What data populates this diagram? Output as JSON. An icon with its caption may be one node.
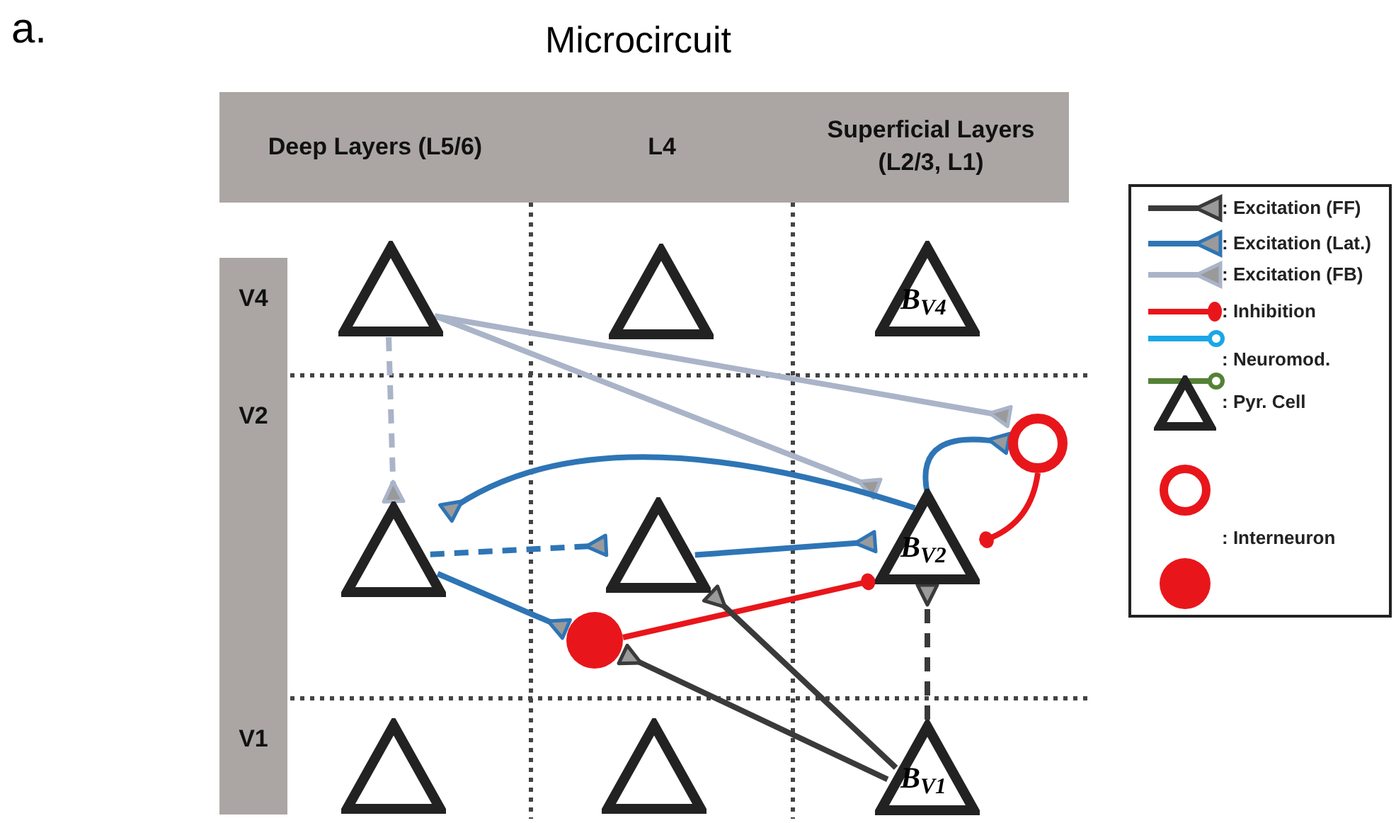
{
  "diagram": {
    "title": "Microcircuit",
    "nodes": [
      {
        "text": [
          "Deep Layers (L5/6)"
        ]
      },
      {
        "text": [
          "L4"
        ]
      },
      {
        "text": [
          "Superficial Layers (L2/3, L1)"
        ]
      },
      {
        "text": [
          "V4"
        ]
      },
      {
        "text": [
          "V2"
        ]
      },
      {
        "text": [
          "V1"
        ]
      },
      {
        "text": [],
        "shape": "triangle"
      },
      {
        "text": [],
        "shape": "triangle"
      },
      {
        "text": [
          "B$_{V4}$"
        ]
      },
      {
        "text": [],
        "shape": "triangle"
      },
      {
        "text": [],
        "shape": "triangle"
      },
      {
        "text": [
          "B$_{V2}$"
        ]
      },
      {
        "text": [],
        "shape": "triangle"
      },
      {
        "text": [],
        "shape": "triangle"
      },
      {
        "text": [
          "B$_{V1}$"
        ]
      },
      {
        "text": [],
        "shape": "circle"
      },
      {
        "text": [],
        "shape": "circle"
      }
    ],
    "edges": [
      {
        "from": 6,
        "to": 15,
        "arrow": "other",
        "color": "#aab4c8"
      },
      {
        "from": 6,
        "to": 11,
        "arrow": "other",
        "color": "#aab4c8"
      },
      {
        "from": 6,
        "to": 9,
        "arrow": "other",
        "style": "dashed",
        "color": "#aab4c8"
      },
      {
        "from": 11,
        "to": 9,
        "arrow": "other"
      },
      {
        "from": 9,
        "to": 10,
        "arrow": "other",
        "style": "dashed"
      },
      {
        "from": 10,
        "to": 11,
        "arrow": "other"
      },
      {
        "from": 9,
        "to": 16,
        "arrow": "other"
      },
      {
        "from": 11,
        "to": 15,
        "arrow": "other"
      },
      {
        "from": 15,
        "to": 11,
        "arrow": "other",
        "color": "#e8161b"
      },
      {
        "from": 16,
        "to": 11,
        "arrow": "other",
        "color": "#e8161b"
      },
      {
        "from": 14,
        "to": 11,
        "arrow": "other",
        "style": "dashed",
        "color": "#3a3a3a"
      },
      {
        "from": 14,
        "to": 10,
        "arrow": "other",
        "color": "#3a3a3a"
      },
      {
        "from": 14,
        "to": 16,
        "arrow": "other",
        "color": "#3a3a3a"
      }
    ],
    "labels": [
      "a."
    ],
    "legend": [
      {
        "text": ": Excitation (FF)"
      },
      {
        "text": ": Excitation (Lat.)"
      },
      {
        "text": ": Excitation (FB)"
      },
      {
        "text": ": Inhibition"
      },
      {
        "text": ": Neuromod."
      },
      {
        "text": ": Pyr. Cell"
      },
      {
        "text": ": Interneuron"
      }
    ]
  }
}
